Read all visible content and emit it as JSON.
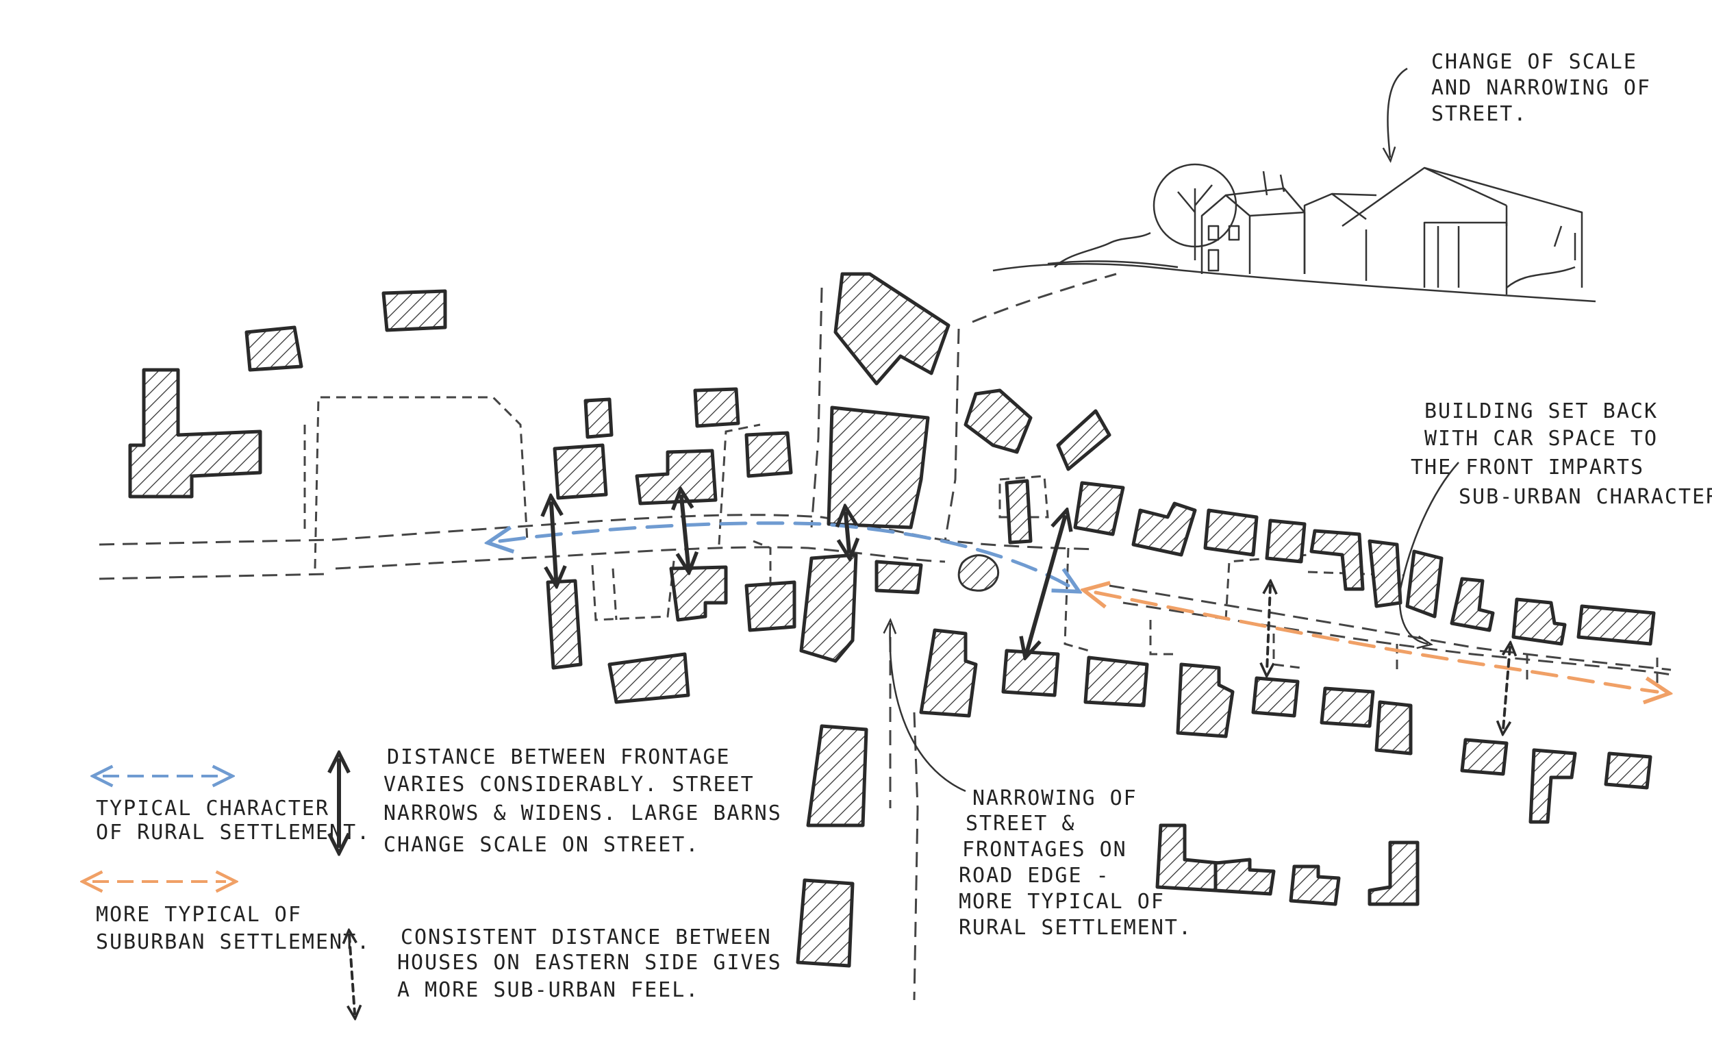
{
  "colors": {
    "rural_arrow": "#6f9bd1",
    "suburban_arrow": "#f0a066",
    "ink": "#2a2a2a"
  },
  "annotations": {
    "scale_change": [
      "CHANGE OF SCALE",
      "AND NARROWING OF",
      "STREET."
    ],
    "setback": [
      "BUILDING SET BACK",
      "WITH CAR SPACE TO",
      "THE FRONT IMPARTS",
      "SUB-URBAN CHARACTER."
    ],
    "narrowing": [
      "NARROWING OF",
      "STREET &",
      "FRONTAGES ON",
      "ROAD EDGE -",
      "MORE TYPICAL OF",
      "RURAL SETTLEMENT."
    ]
  },
  "legend": {
    "rural": [
      "TYPICAL CHARACTER",
      "OF RURAL SETTLEMENT."
    ],
    "suburban": [
      "MORE TYPICAL OF",
      "SUBURBAN SETTLEMENT."
    ],
    "distance_varies": [
      "DISTANCE BETWEEN FRONTAGE",
      "VARIES CONSIDERABLY. STREET",
      "NARROWS & WIDENS. LARGE BARNS",
      "CHANGE SCALE ON STREET."
    ],
    "distance_consistent": [
      "CONSISTENT DISTANCE BETWEEN",
      "HOUSES ON EASTERN SIDE GIVES",
      "A MORE SUB-URBAN FEEL."
    ]
  }
}
